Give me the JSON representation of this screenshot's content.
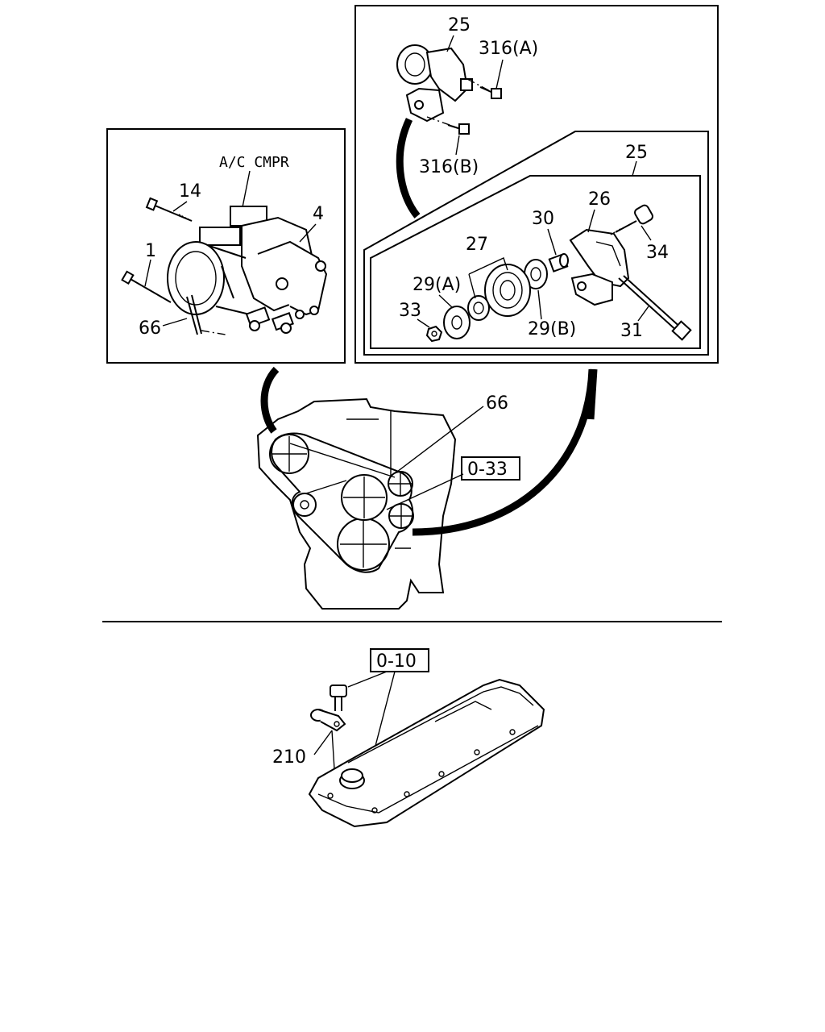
{
  "panels": {
    "ac_compressor": {
      "title": "A/C CMPR",
      "callouts": [
        "14",
        "1",
        "4",
        "66"
      ]
    },
    "tensioner": {
      "callouts_top": [
        "25",
        "316(A)",
        "316(B)"
      ],
      "detail": {
        "callouts": [
          "25",
          "26",
          "30",
          "27",
          "34",
          "29(A)",
          "33",
          "29(B)",
          "31"
        ]
      }
    }
  },
  "engine_front": {
    "callouts": [
      "66"
    ],
    "reference_box": "0-33"
  },
  "head_cover": {
    "reference_box": "0-10",
    "callouts": [
      "210"
    ]
  }
}
